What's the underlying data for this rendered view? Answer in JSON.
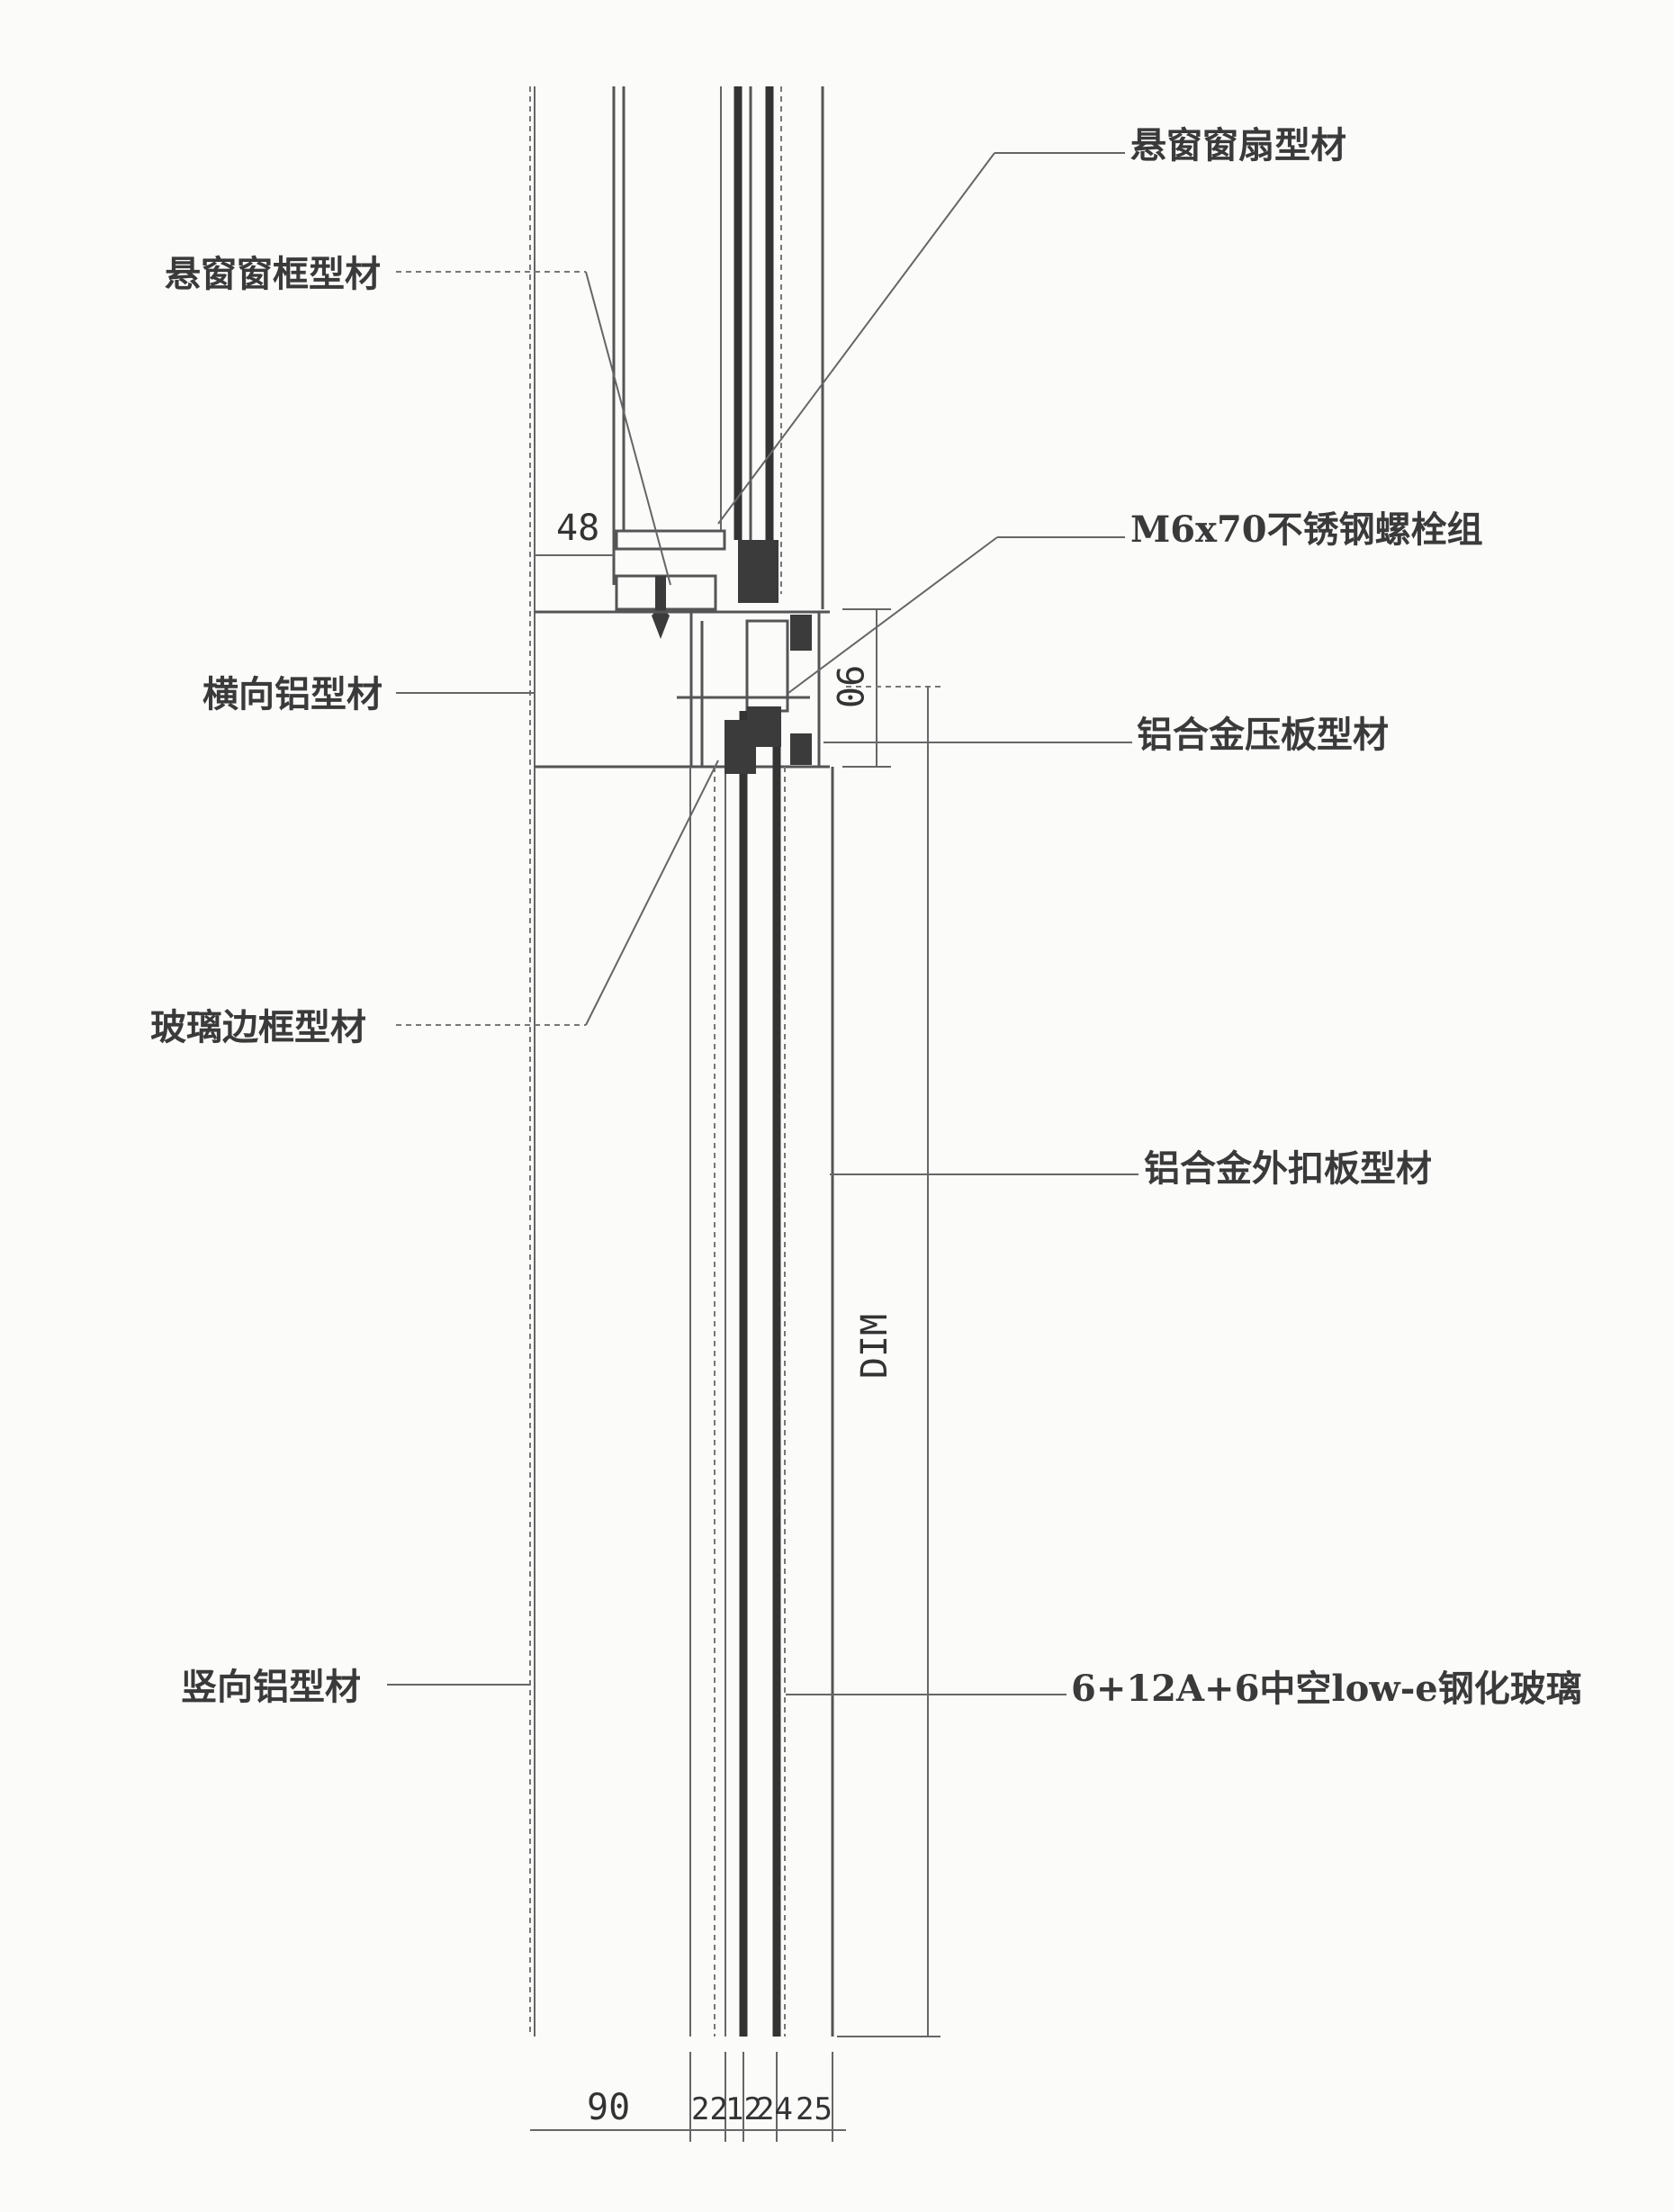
{
  "labels": {
    "sash_profile": "悬窗窗扇型材",
    "frame_profile": "悬窗窗框型材",
    "bolt_set": "M6x70不锈钢螺栓组",
    "transom_profile": "横向铝型材",
    "pressure_plate": "铝合金压板型材",
    "glass_frame": "玻璃边框型材",
    "cover_cap": "铝合金外扣板型材",
    "mullion_profile": "竖向铝型材",
    "glass": "6+12A+6中空low-e钢化玻璃"
  },
  "dimensions": {
    "frame_offset": "48",
    "transom_height": "90",
    "dim_label": "DIM",
    "bottom": [
      "90",
      "22",
      "12",
      "24",
      "25"
    ]
  }
}
